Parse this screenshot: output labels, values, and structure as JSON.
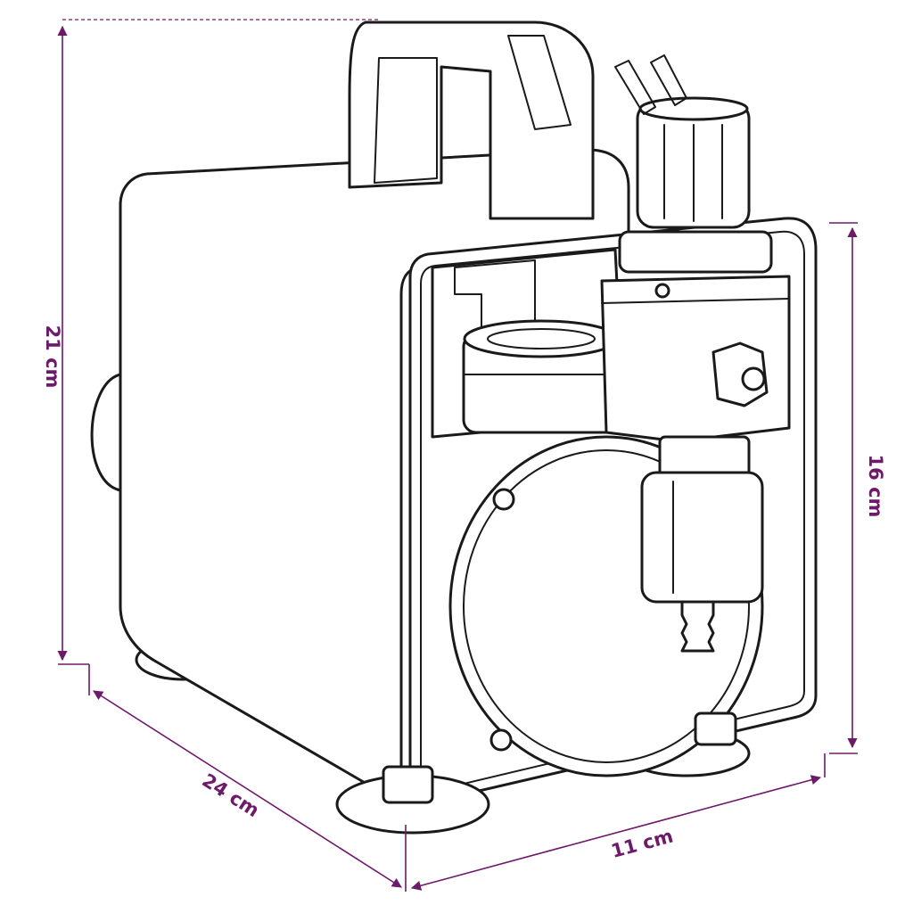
{
  "dimensions": {
    "height": "21 cm",
    "depth": "24 cm",
    "width": "11 cm",
    "frame_height": "16 cm"
  },
  "colors": {
    "dimension": "#6e1a6a",
    "ink": "#1a1a1a",
    "background": "#ffffff"
  }
}
